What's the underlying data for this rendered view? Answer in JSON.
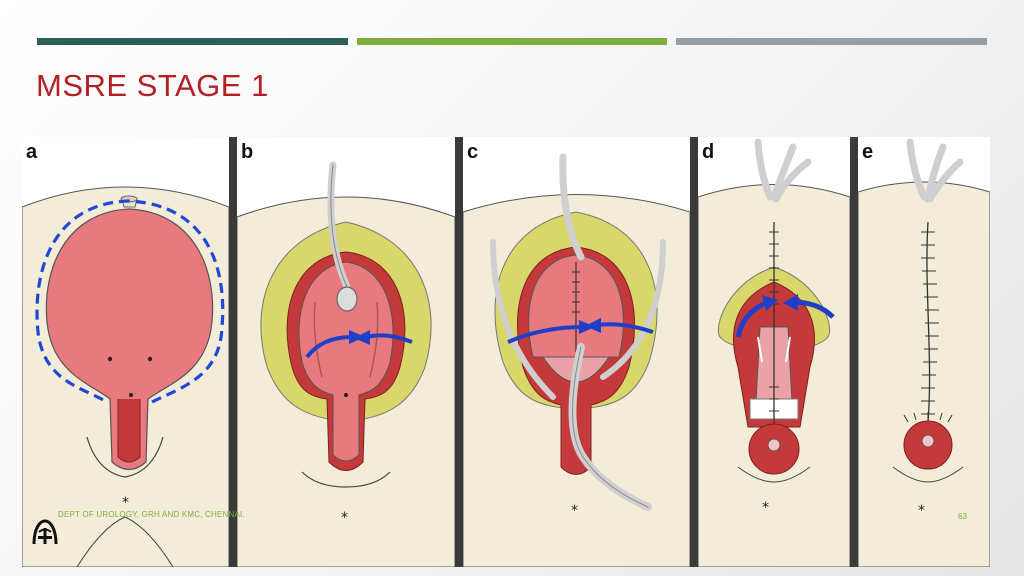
{
  "slide": {
    "title": "MSRE STAGE 1",
    "footer": "DEPT OF UROLOGY, GRH AND KMC, CHENNAI.",
    "page_number": "63"
  },
  "colors": {
    "bar_1": "#2f5e56",
    "bar_2": "#7fae3f",
    "bar_3": "#959ea5",
    "title": "#b21f24",
    "footer_text": "#7fae3f",
    "skin": "#f2ecd8",
    "bladder_pink": "#e8797e",
    "muscle_red": "#c43a3a",
    "fat_yellow": "#d9d66a",
    "arrow_blue": "#1f3fc8",
    "dashed_outline": "#2147d6",
    "catheter_gray": "#cfcfcf"
  },
  "figure": {
    "panels": [
      {
        "label": "a"
      },
      {
        "label": "b"
      },
      {
        "label": "c"
      },
      {
        "label": "d"
      },
      {
        "label": "e"
      }
    ]
  },
  "icons": {
    "logo": "institution-logo-icon"
  }
}
